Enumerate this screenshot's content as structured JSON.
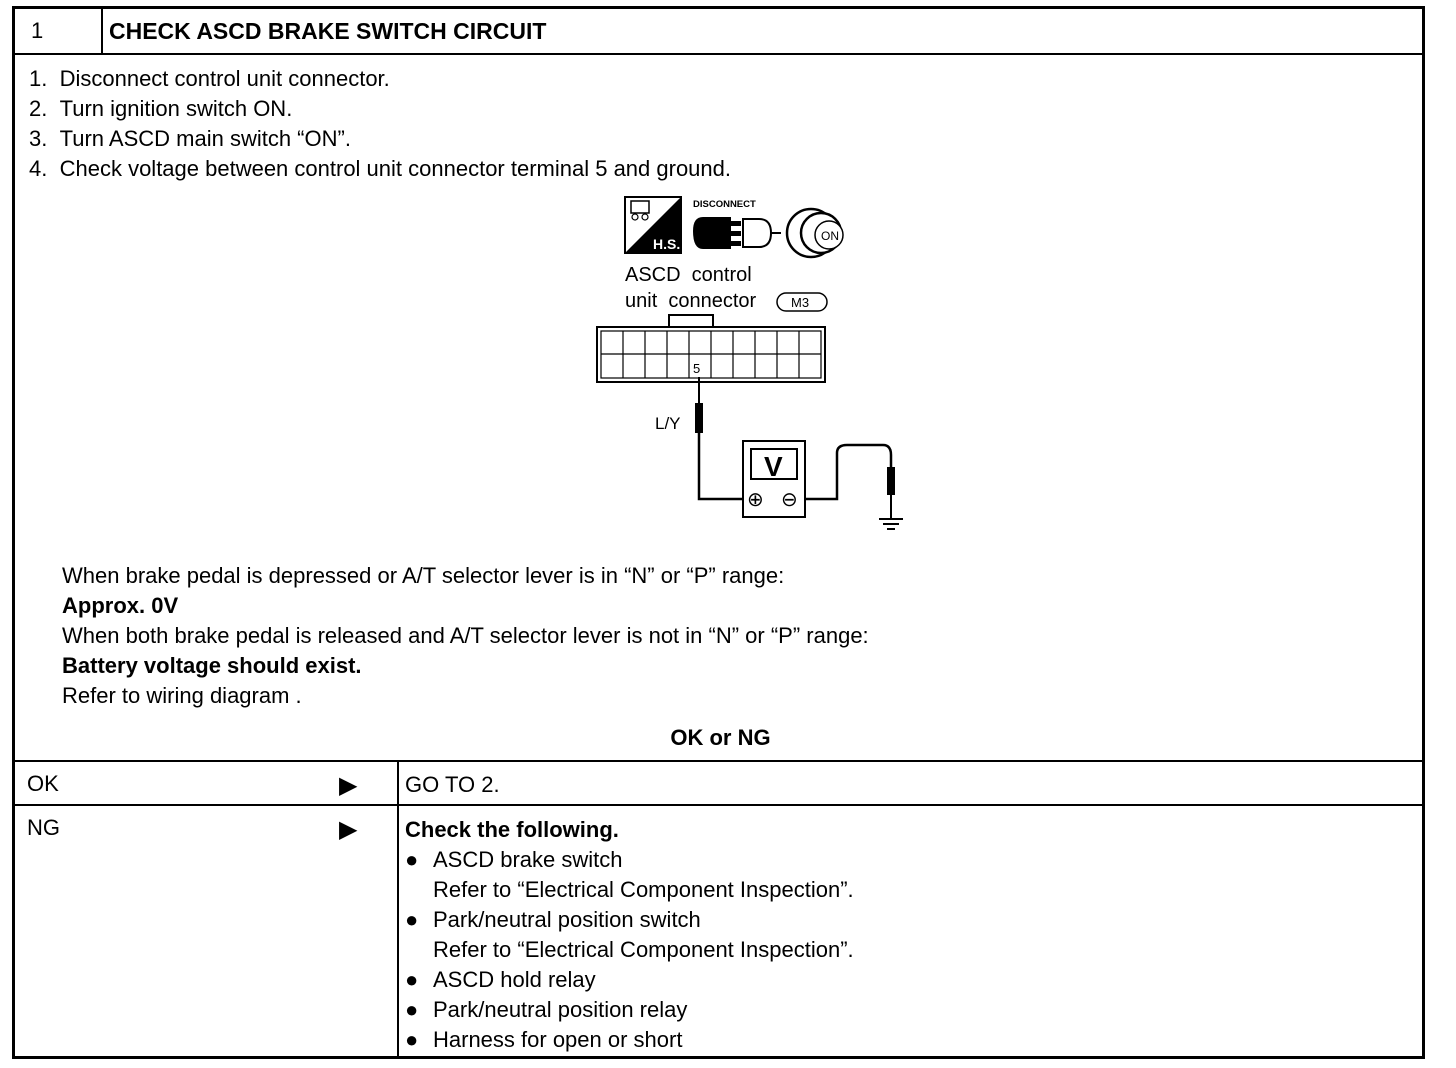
{
  "header": {
    "number": "1",
    "title": "CHECK ASCD BRAKE SWITCH CIRCUIT"
  },
  "steps": [
    {
      "num": "1.",
      "text": "Disconnect control unit connector."
    },
    {
      "num": "2.",
      "text": "Turn ignition switch ON."
    },
    {
      "num": "3.",
      "text": "Turn ASCD main switch “ON”."
    },
    {
      "num": "4.",
      "text": "Check voltage between control unit connector terminal 5 and ground."
    }
  ],
  "diagram": {
    "icon_hs": "H.S.",
    "icon_disconnect": "DISCONNECT",
    "icon_on": "ON",
    "connector_label_1": "ASCD  control",
    "connector_label_2": "unit  connector",
    "connector_code": "M3",
    "terminal": "5",
    "wire_color": "L/Y",
    "meter": "V",
    "plus": "⊕",
    "minus": "⊖"
  },
  "conditions": {
    "line1": "When brake pedal is depressed or A/T selector lever is in “N” or “P” range:",
    "value1": "Approx. 0V",
    "line2": "When both brake pedal is released and A/T selector lever is not in “N” or “P” range:",
    "value2": "Battery voltage should exist.",
    "line3": "Refer to wiring diagram ."
  },
  "verdict": "OK or NG",
  "results": {
    "ok": {
      "label": "OK",
      "arrow": "▶",
      "text": "GO TO 2."
    },
    "ng": {
      "label": "NG",
      "arrow": "▶",
      "heading": "Check the following.",
      "bullet": "●",
      "items": [
        "ASCD brake switch",
        "Refer to “Electrical Component Inspection”.",
        "Park/neutral position switch",
        "Refer to “Electrical Component Inspection”.",
        "ASCD hold relay",
        "Park/neutral position relay",
        "Harness for open or short"
      ]
    }
  }
}
